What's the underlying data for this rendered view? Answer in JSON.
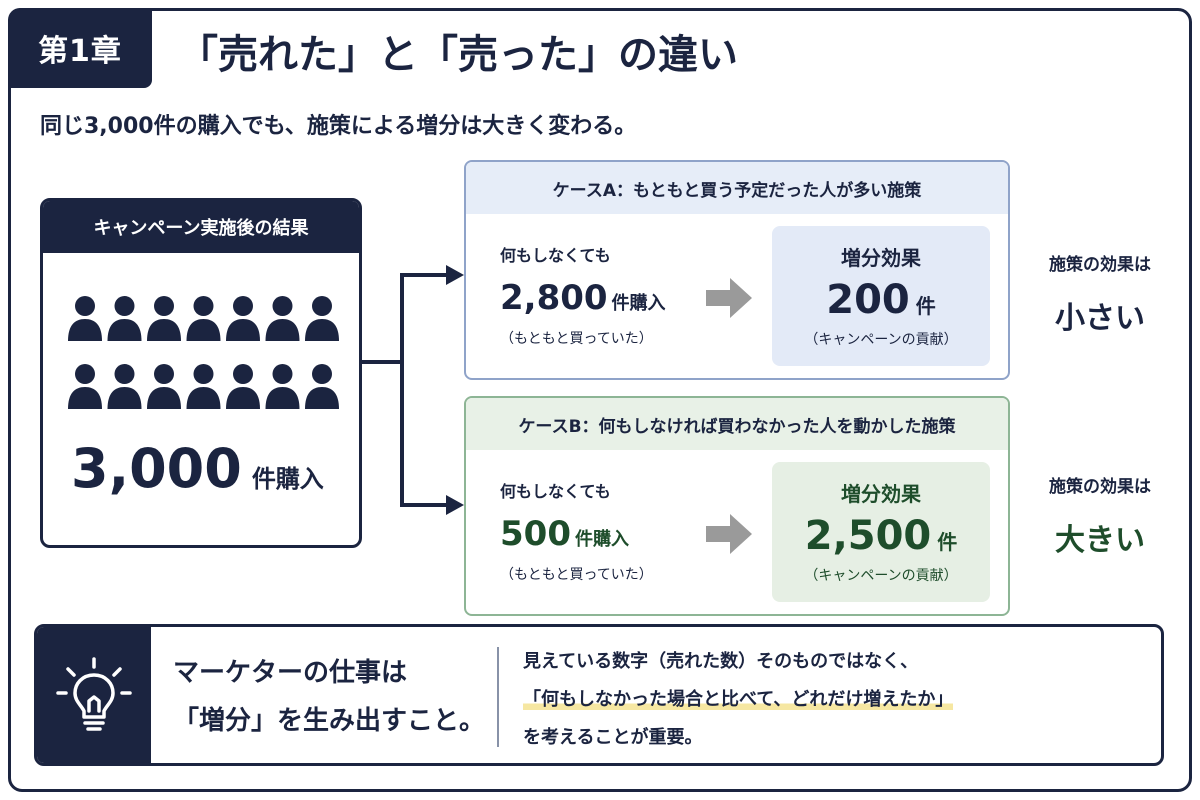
{
  "header": {
    "chapter": "第1章",
    "title": "「売れた」と「売った」の違い",
    "subtitle": "同じ3,000件の購入でも、施策による増分は大きく変わる。"
  },
  "result": {
    "heading": "キャンペーン実施後の結果",
    "people_count": 14,
    "value": "3,000",
    "unit": "件購入"
  },
  "case_a": {
    "heading": "ケースA：もともと買う予定だった人が多い施策",
    "baseline_label": "何もしなくても",
    "baseline_value": "2,800",
    "baseline_unit": "件購入",
    "baseline_note": "（もともと買っていた）",
    "effect_label": "増分効果",
    "effect_value": "200",
    "effect_unit": "件",
    "effect_note": "（キャンペーンの貢献）",
    "verdict_label": "施策の効果は",
    "verdict_value": "小さい"
  },
  "case_b": {
    "heading": "ケースB：何もしなければ買わなかった人を動かした施策",
    "baseline_label": "何もしなくても",
    "baseline_value": "500",
    "baseline_unit": "件購入",
    "baseline_note": "（もともと買っていた）",
    "effect_label": "増分効果",
    "effect_value": "2,500",
    "effect_unit": "件",
    "effect_note": "（キャンペーンの貢献）",
    "verdict_label": "施策の効果は",
    "verdict_value": "大きい"
  },
  "bottom": {
    "main_line1": "マーケターの仕事は",
    "main_line2": "「増分」を生み出すこと。",
    "text_line1": "見えている数字（売れた数）そのものではなく、",
    "text_line2": "「何もしなかった場合と比べて、どれだけ増えたか」",
    "text_line3": "を考えることが重要。"
  },
  "colors": {
    "navy": "#1b2440",
    "green": "#1e4d2b",
    "case_a_bg": "#e6edf8",
    "case_b_bg": "#e8f1e7",
    "highlight": "#f6e7a2",
    "arrow_gray": "#9a9a9a"
  },
  "icons": [
    "person-icon",
    "right-arrow-icon",
    "lightbulb-icon"
  ]
}
